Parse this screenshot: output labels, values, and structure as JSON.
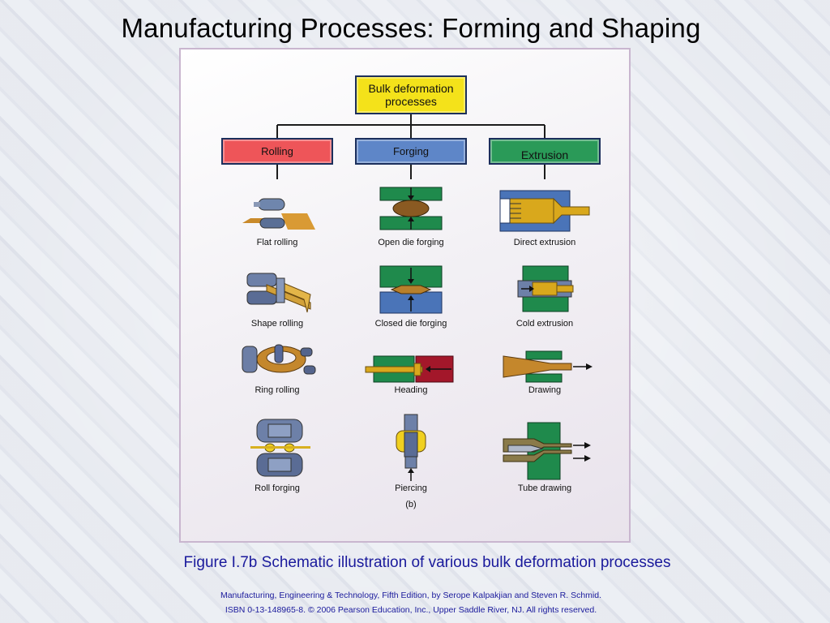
{
  "slide": {
    "title": "Manufacturing Processes:  Forming and Shaping",
    "caption": "Figure I.7b  Schematic illustration of various bulk deformation processes",
    "credit_line1": "Manufacturing, Engineering & Technology, Fifth Edition, by Serope Kalpakjian and Steven R. Schmid.",
    "credit_line2": "ISBN 0-13-148965-8. © 2006 Pearson Education, Inc., Upper Saddle River, NJ.  All rights reserved."
  },
  "diagram": {
    "root": "Bulk deformation\nprocesses",
    "categories": {
      "rolling": "Rolling",
      "forging": "Forging",
      "extrusion": "Extrusion"
    },
    "processes": {
      "flat_rolling": "Flat rolling",
      "shape_rolling": "Shape rolling",
      "ring_rolling": "Ring rolling",
      "roll_forging": "Roll forging",
      "open_die_forging": "Open die forging",
      "closed_die_forging": "Closed die forging",
      "heading": "Heading",
      "piercing": "Piercing",
      "direct_extrusion": "Direct extrusion",
      "cold_extrusion": "Cold extrusion",
      "drawing": "Drawing",
      "tube_drawing": "Tube drawing"
    },
    "panel_label": "(b)",
    "colors": {
      "root": "#f4e21a",
      "rolling": "#ee5559",
      "forging": "#5e86c8",
      "extrusion": "#2a9a58",
      "die_green": "#1f8a4c",
      "die_blue": "#4a74b8",
      "die_red": "#a3172a",
      "workpiece": "#d9a81c"
    }
  }
}
